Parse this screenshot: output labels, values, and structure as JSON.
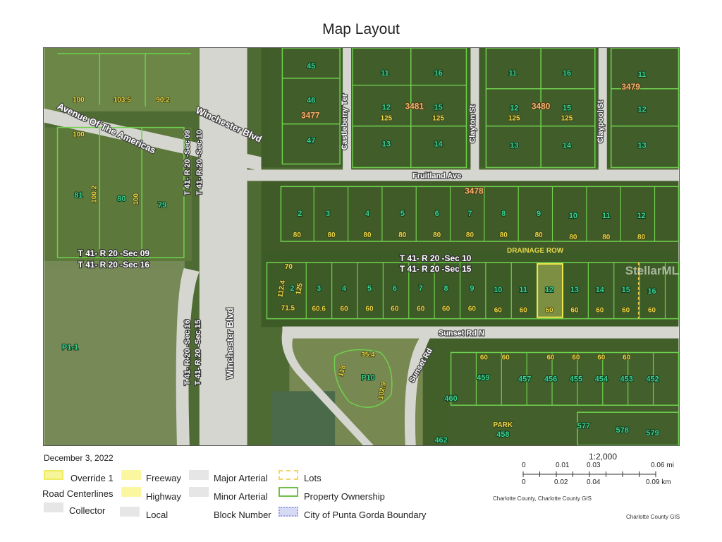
{
  "title": "Map Layout",
  "date": "December 3, 2022",
  "map": {
    "streets": [
      "Avenue Of The Americas",
      "Winchester Blvd",
      "Winchester Blvd",
      "Castleberry Ter",
      "Clayton St",
      "Claypool St",
      "Fruitland Ave",
      "Sunset Rd N",
      "Sunset Rd"
    ],
    "sections": [
      "T 41- R 20 -Sec 09",
      "T 41- R 20 -Sec 10",
      "T 41- R 20 -Sec 09",
      "T 41- R 20 -Sec 16",
      "T 41- R 20 -Sec 10",
      "T 41- R 20 -Sec 15",
      "T 41- R 20 -Sec 16",
      "T 41- R 20 -Sec 15"
    ],
    "drainage_label": "DRAINAGE ROW",
    "block_numbers": [
      "3477",
      "3481",
      "3480",
      "3479",
      "3478"
    ],
    "lot_labels": [
      "2",
      "3",
      "4",
      "5",
      "6",
      "7",
      "8",
      "9",
      "10",
      "11",
      "12",
      "13",
      "14",
      "15",
      "16",
      "2",
      "3",
      "4",
      "5",
      "6",
      "7",
      "8",
      "9",
      "10",
      "11",
      "12",
      "45",
      "46",
      "47",
      "11",
      "16",
      "12",
      "15",
      "13",
      "14",
      "11",
      "16",
      "12",
      "15",
      "13",
      "14",
      "11",
      "12",
      "13",
      "81",
      "80",
      "79",
      "P1-1",
      "P10",
      "459",
      "460",
      "462",
      "458",
      "457",
      "456",
      "455",
      "454",
      "453",
      "452",
      "577",
      "578",
      "579"
    ],
    "dimension_labels": [
      "70",
      "112.4",
      "125",
      "71.5",
      "60.6",
      "60",
      "60",
      "60",
      "60",
      "60",
      "60",
      "60",
      "60",
      "60",
      "60",
      "60",
      "60",
      "60",
      "80",
      "80",
      "80",
      "80",
      "80",
      "80",
      "80",
      "80",
      "80",
      "80",
      "80",
      "100",
      "103.5",
      "90.2",
      "100",
      "100.2",
      "100",
      "125",
      "125",
      "125",
      "125",
      "60",
      "60",
      "60",
      "60",
      "60",
      "60",
      "35.4",
      "118",
      "102.9",
      "PARK"
    ],
    "watermark": "StellarMLS",
    "colors": {
      "property_line": "#6fd04e",
      "override": "#f5f07a",
      "block_number": "#f2b36b",
      "lot_number": "#3fcf8e",
      "dimension": "#e6d84a"
    }
  },
  "legend": {
    "items": [
      {
        "label": "Override 1",
        "symbol": "yellow-fill-outline"
      },
      {
        "label": "Freeway",
        "symbol": "yellow-fill"
      },
      {
        "label": "Major Arterial",
        "symbol": "gray-fill"
      },
      {
        "label": "Lots",
        "symbol": "yellow-dashed"
      },
      {
        "label": "Road Centerlines",
        "symbol": "none"
      },
      {
        "label": "Highway",
        "symbol": "yellow-fill"
      },
      {
        "label": "Minor Arterial",
        "symbol": "gray-fill"
      },
      {
        "label": "Property Ownership",
        "symbol": "green-outline"
      },
      {
        "label": "Collector",
        "symbol": "gray-fill"
      },
      {
        "label": "Local",
        "symbol": "gray-fill"
      },
      {
        "label": "Block Number",
        "symbol": "none"
      },
      {
        "label": "City of Punta Gorda Boundary",
        "symbol": "blue-dotted"
      }
    ]
  },
  "scale": {
    "ratio": "1:2,000",
    "mi_ticks": [
      "0",
      "0.01",
      "0.03",
      "0.06 mi"
    ],
    "km_ticks": [
      "0",
      "0.02",
      "0.04",
      "0.09 km"
    ]
  },
  "credits": [
    "Charlotte County, Charlotte County GIS",
    "Charlotte County GIS"
  ]
}
